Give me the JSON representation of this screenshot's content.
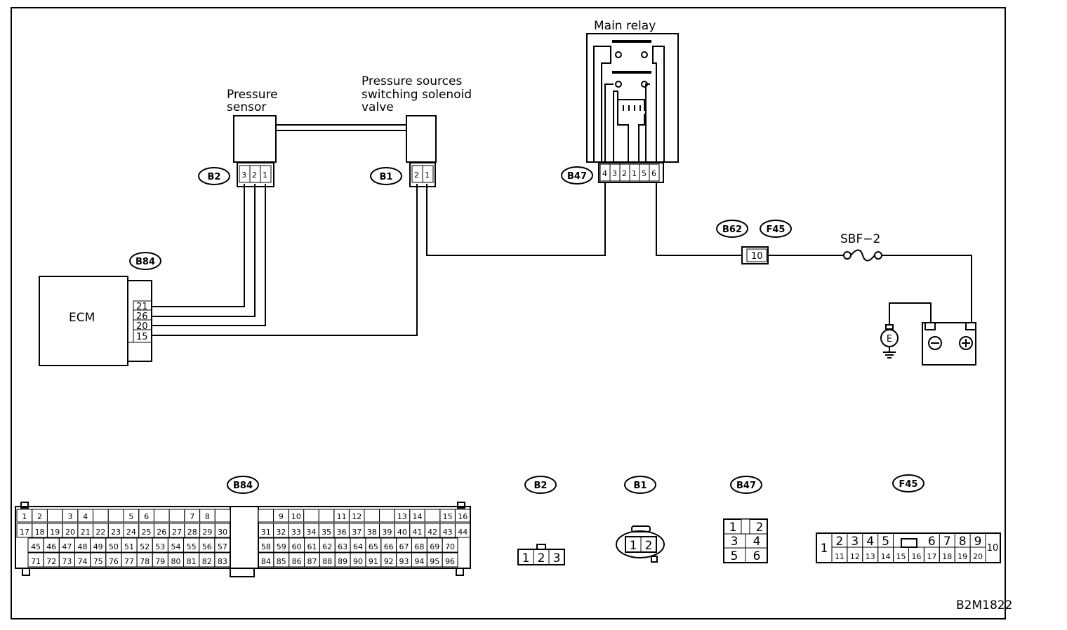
{
  "diagram_code": "B2M1822",
  "components": {
    "main_relay": "Main relay",
    "pressure_sensor_line1": "Pressure",
    "pressure_sensor_line2": "sensor",
    "solenoid_line1": "Pressure sources",
    "solenoid_line2": "switching solenoid",
    "solenoid_line3": "valve",
    "ecm": "ECM",
    "fuse": "SBF−2",
    "ground_symbol": "E"
  },
  "connector_ids": {
    "b2": "B2",
    "b1": "B1",
    "b47": "B47",
    "b84": "B84",
    "b62": "B62",
    "f45": "F45"
  },
  "ecm_pins": [
    "21",
    "26",
    "20",
    "15"
  ],
  "f45_pin_shown": "10",
  "b2_pins": [
    "3",
    "2",
    "1"
  ],
  "b1_pins": [
    "2",
    "1"
  ],
  "b47_pins": [
    "4",
    "3",
    "2",
    "1",
    "5",
    "6"
  ],
  "connector_views": {
    "b84_label": "B84",
    "b84_row1": [
      "1",
      "2",
      "",
      "3",
      "4",
      "",
      "",
      "5",
      "6",
      "",
      "",
      "7",
      "8",
      "",
      "",
      "9",
      "10",
      "",
      "",
      "11",
      "12",
      "",
      "",
      "13",
      "14",
      "",
      "15",
      "16"
    ],
    "b84_row2": [
      "17",
      "18",
      "19",
      "20",
      "21",
      "22",
      "23",
      "24",
      "25",
      "26",
      "27",
      "28",
      "29",
      "30",
      "31",
      "32",
      "33",
      "34",
      "35",
      "36",
      "37",
      "38",
      "39",
      "40",
      "41",
      "42",
      "43",
      "44"
    ],
    "b84_row3": [
      "45",
      "46",
      "47",
      "48",
      "49",
      "50",
      "51",
      "52",
      "53",
      "54",
      "55",
      "56",
      "57",
      "58",
      "59",
      "60",
      "61",
      "62",
      "63",
      "64",
      "65",
      "66",
      "67",
      "68",
      "69",
      "70"
    ],
    "b84_row4": [
      "71",
      "72",
      "73",
      "74",
      "75",
      "76",
      "77",
      "78",
      "79",
      "80",
      "81",
      "82",
      "83",
      "84",
      "85",
      "86",
      "87",
      "88",
      "89",
      "90",
      "91",
      "92",
      "93",
      "94",
      "95",
      "96"
    ],
    "b2_label": "B2",
    "b2_pins": [
      "1",
      "2",
      "3"
    ],
    "b1_label": "B1",
    "b1_pins": [
      "1",
      "2"
    ],
    "b47_label": "B47",
    "b47_rows": [
      [
        "1",
        "2"
      ],
      [
        "3",
        "4"
      ],
      [
        "5",
        "6"
      ]
    ],
    "f45_label": "F45",
    "f45_top": [
      "2",
      "3",
      "4",
      "5",
      "6",
      "7",
      "8",
      "9"
    ],
    "f45_bottom": [
      "11",
      "12",
      "13",
      "14",
      "15",
      "16",
      "17",
      "18",
      "19",
      "20"
    ],
    "f45_left": "1",
    "f45_right": "10"
  }
}
